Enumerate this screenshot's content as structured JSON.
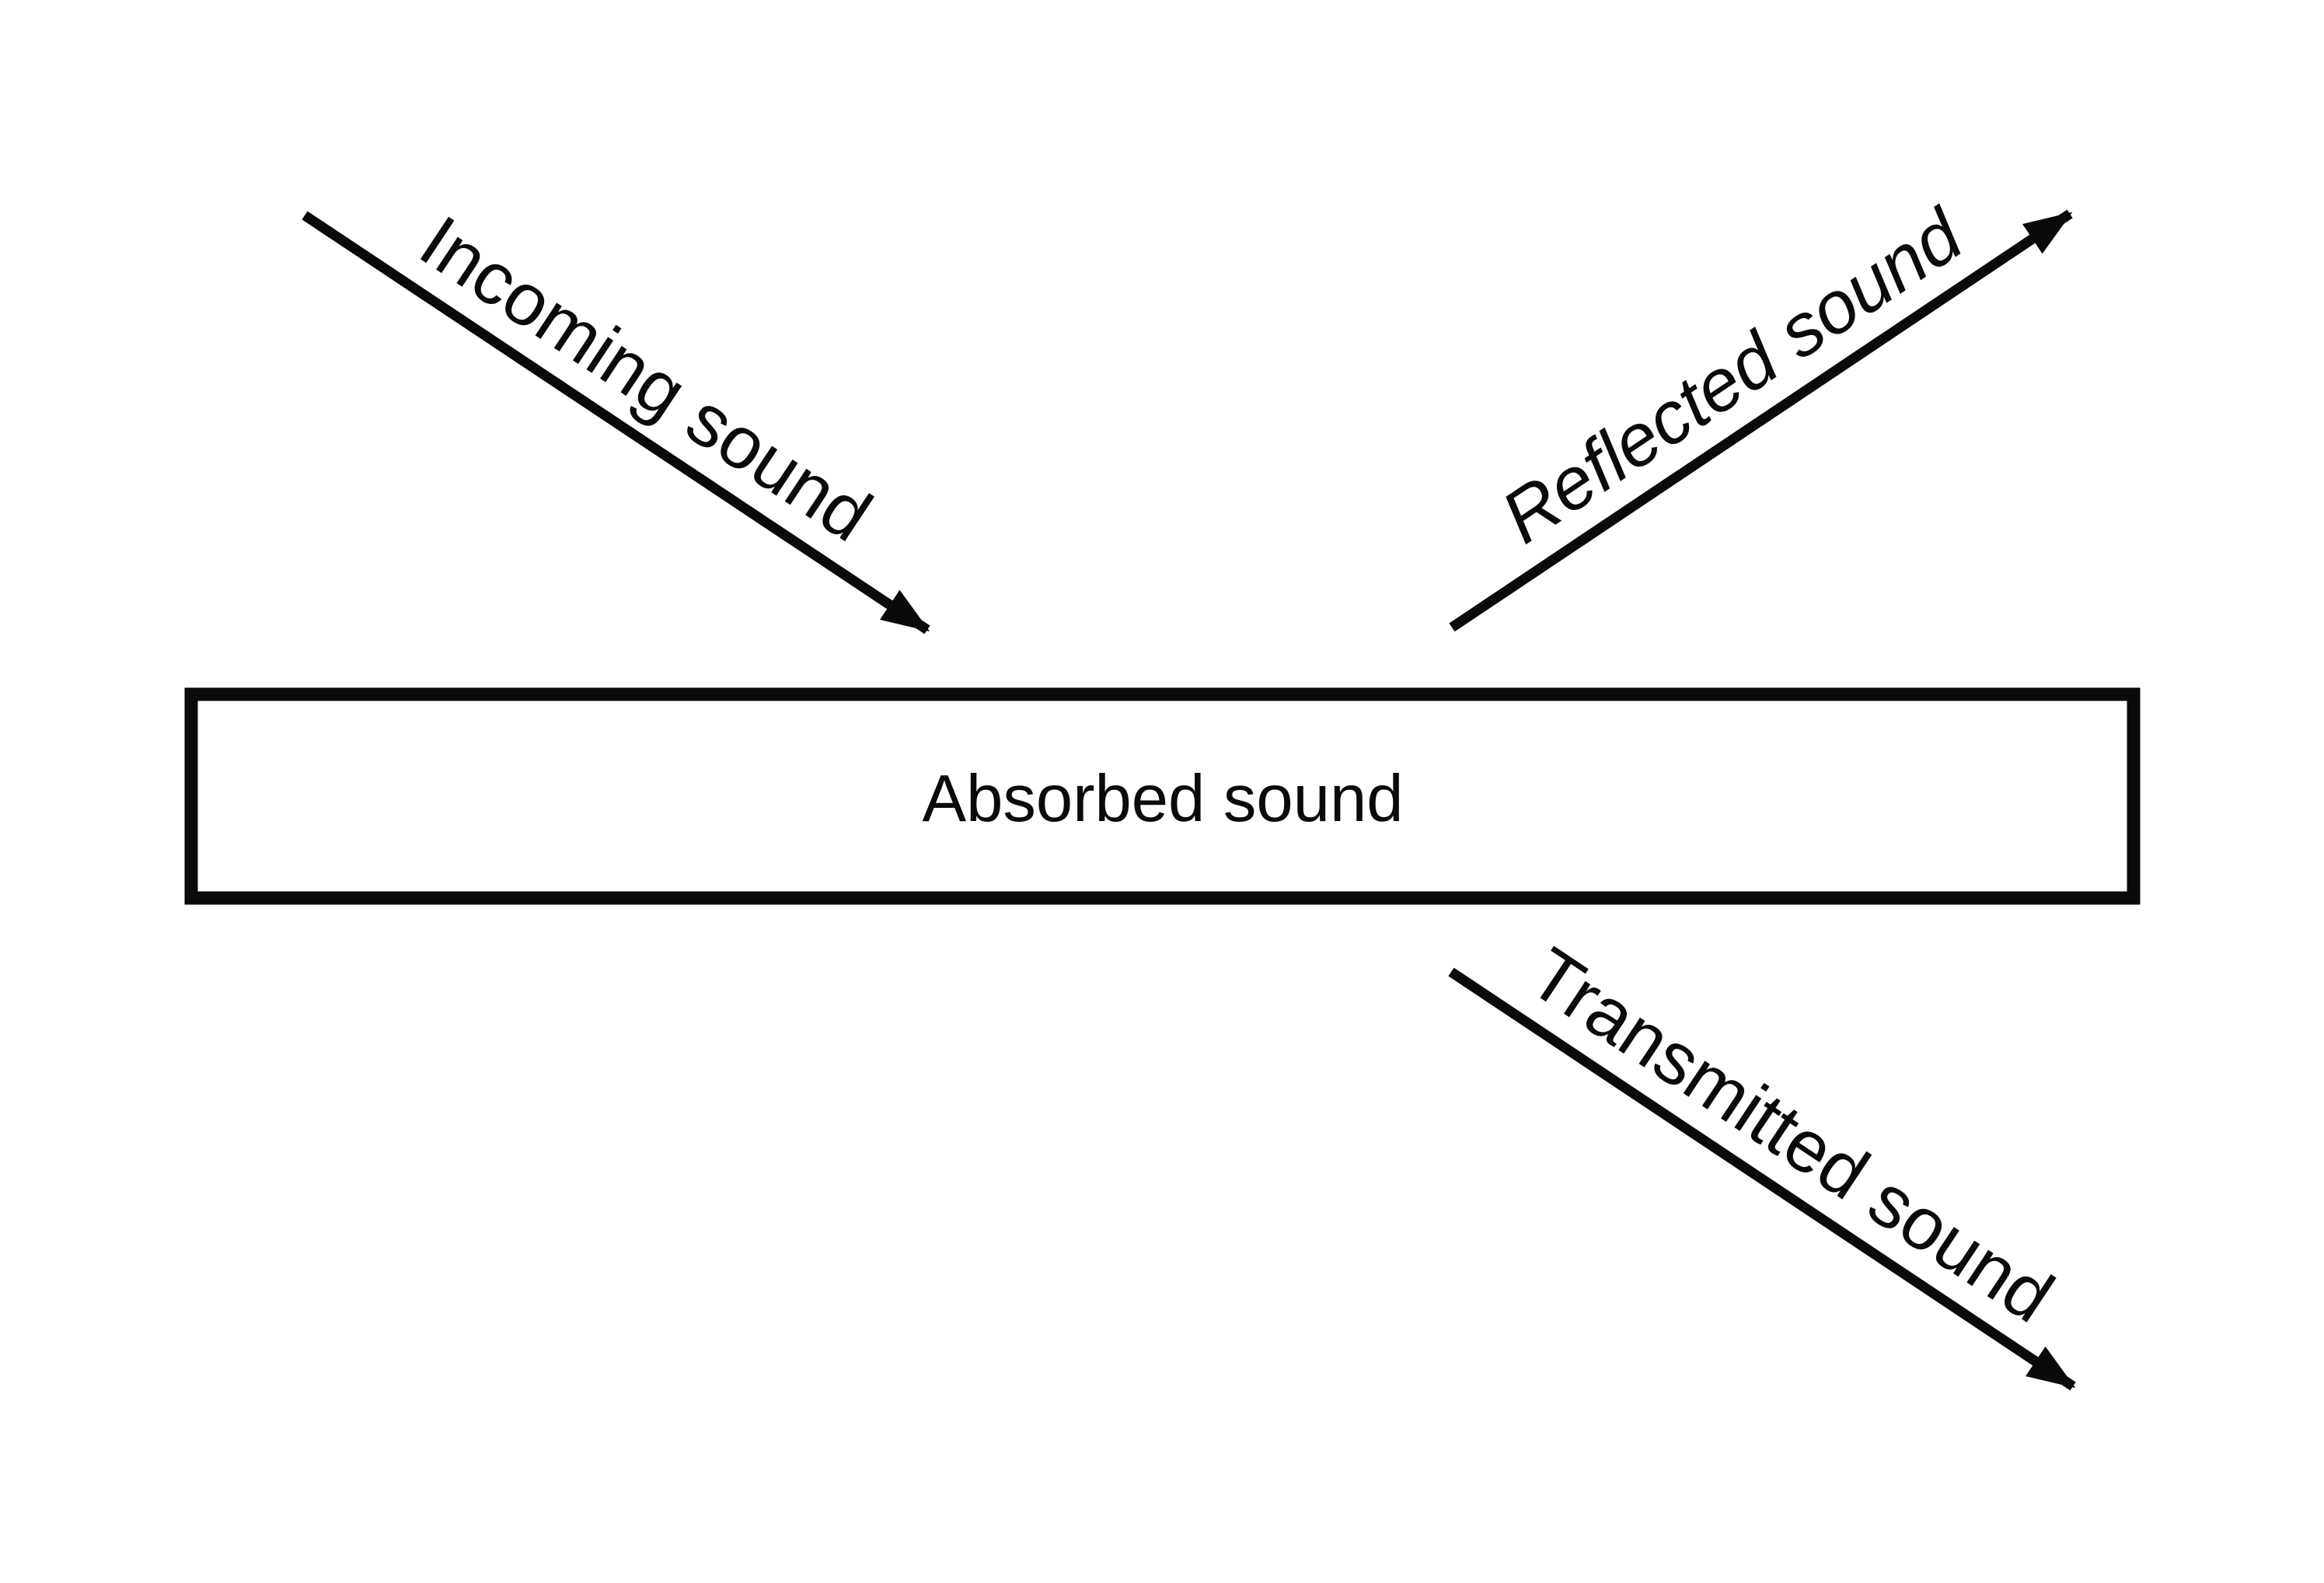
{
  "colors": {
    "ink": "#0a0a0a",
    "background": "#ffffff"
  },
  "panel": {
    "label": "Absorbed sound"
  },
  "arrows": [
    {
      "id": "incoming",
      "label": "Incoming sound",
      "direction": "down-right",
      "style": "normal"
    },
    {
      "id": "reflected",
      "label": "Reflected sound",
      "direction": "up-right",
      "style": "italic"
    },
    {
      "id": "transmitted",
      "label": "Transmitted sound",
      "direction": "down-right",
      "style": "normal"
    }
  ]
}
